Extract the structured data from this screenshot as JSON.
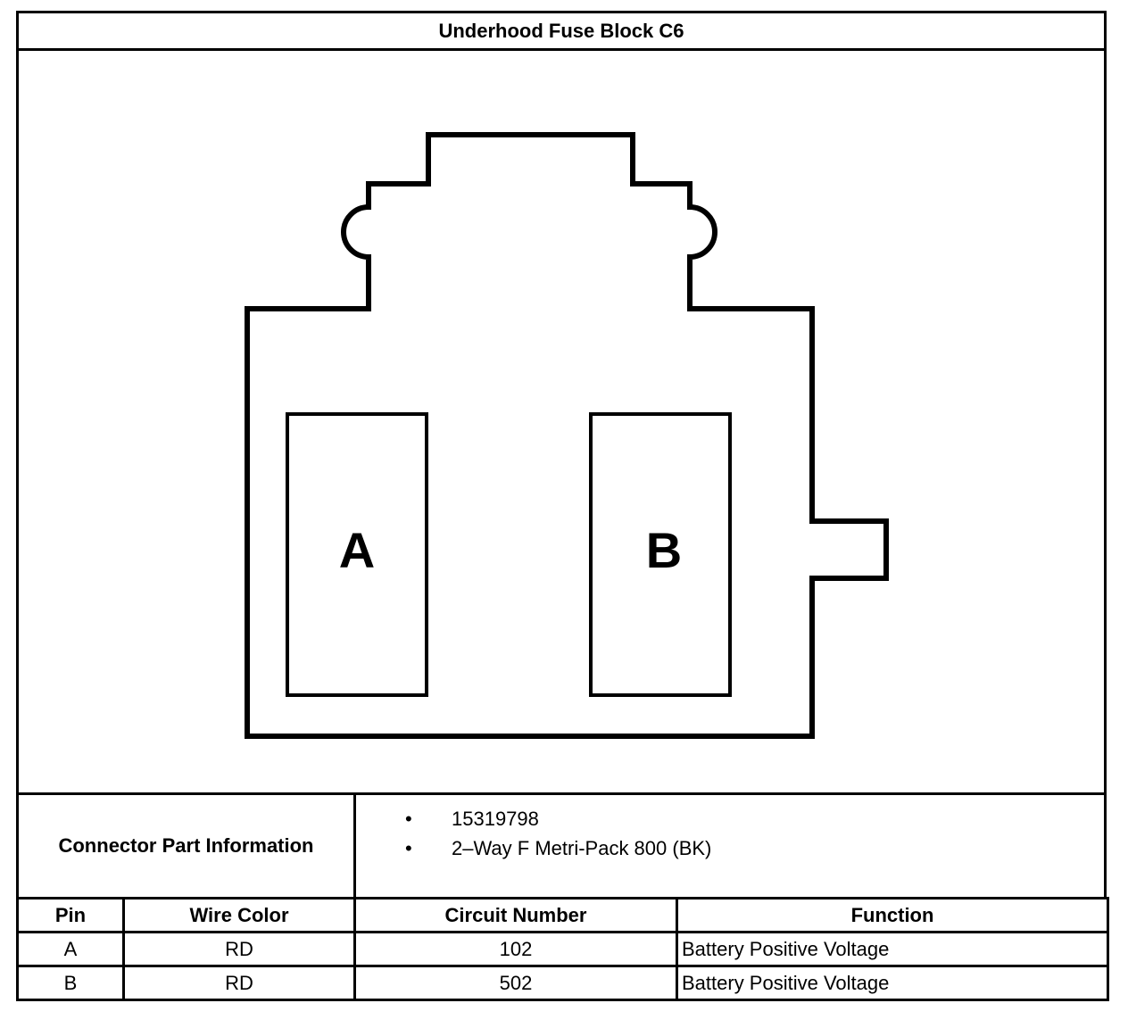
{
  "title": "Underhood Fuse Block C6",
  "diagram": {
    "cavities": [
      "A",
      "B"
    ]
  },
  "connector_info": {
    "label": "Connector Part Information",
    "items": [
      "15319798",
      "2–Way F Metri-Pack 800 (BK)"
    ]
  },
  "pin_table": {
    "headers": [
      "Pin",
      "Wire Color",
      "Circuit Number",
      "Function"
    ],
    "rows": [
      [
        "A",
        "RD",
        "102",
        "Battery Positive Voltage"
      ],
      [
        "B",
        "RD",
        "502",
        "Battery Positive Voltage"
      ]
    ]
  }
}
